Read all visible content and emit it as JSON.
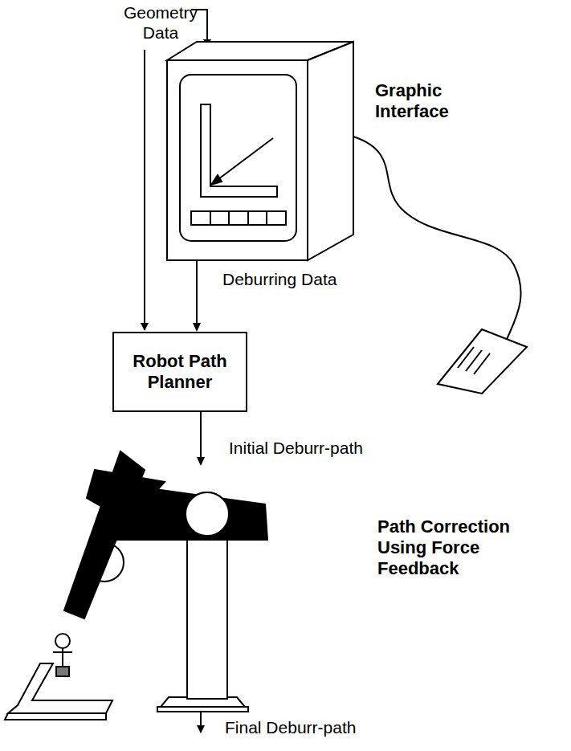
{
  "diagram": {
    "nodes": [
      {
        "text": [
          "Graphic Interface"
        ]
      },
      {
        "text": [
          "Robot Path Planner"
        ]
      },
      {
        "text": [
          "Path Correction Using Force Feedback"
        ]
      }
    ],
    "edges": [
      {
        "from": 0,
        "to": 1,
        "label": "Deburring Data",
        "arrow": "to"
      },
      {
        "from": 1,
        "to": 2,
        "label": "Initial  Deburr-path",
        "arrow": "to"
      }
    ],
    "labels": [
      "Geometry Data",
      "Final Deburr-path"
    ]
  }
}
